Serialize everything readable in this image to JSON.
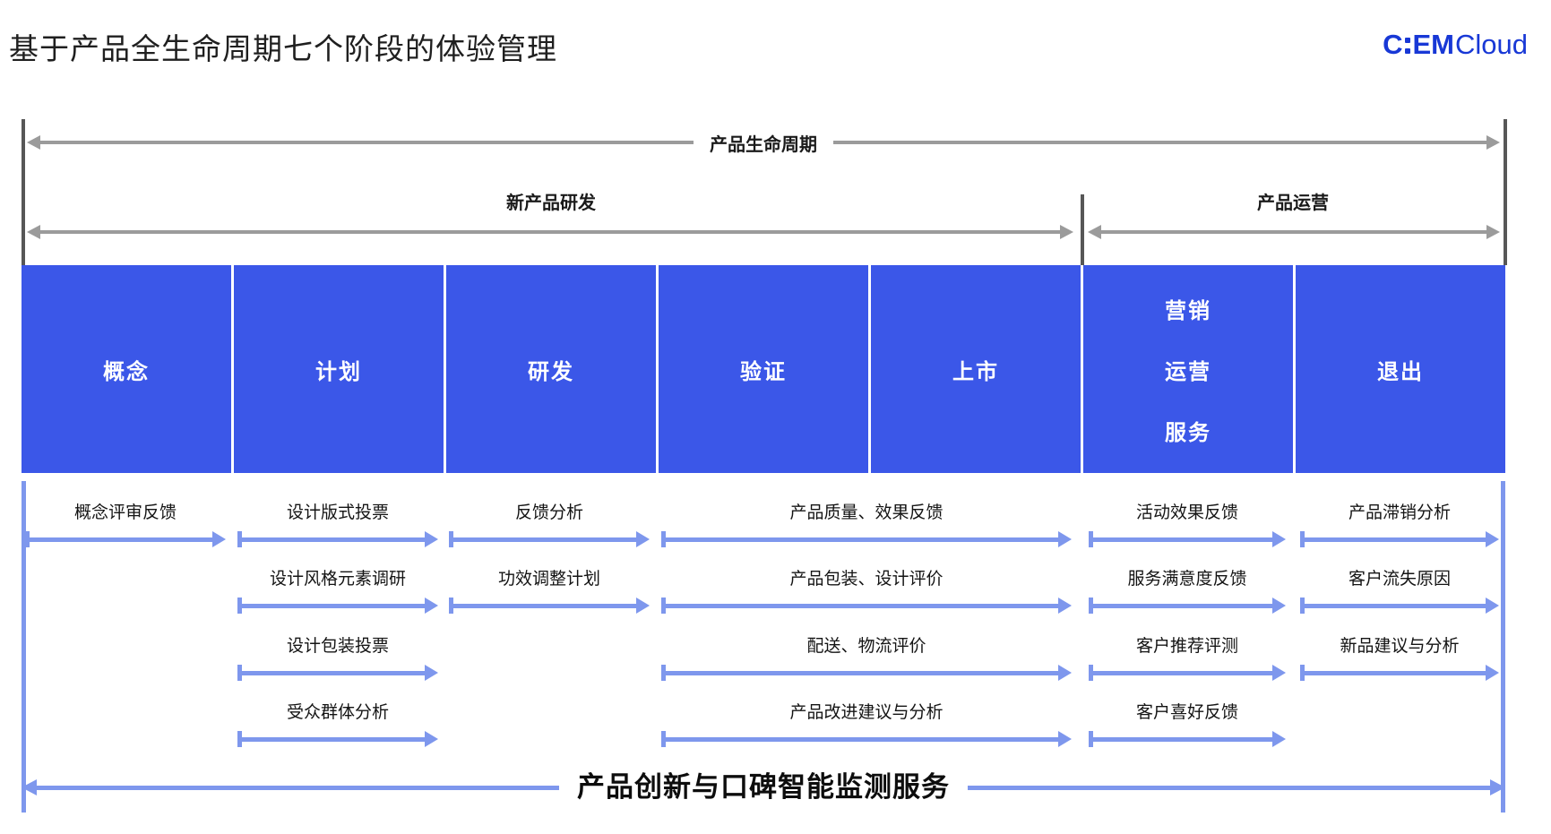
{
  "title": "基于产品全生命周期七个阶段的体验管理",
  "logo": {
    "c": "C",
    "em": "EM",
    "cloud": "Cloud",
    "color": "#1838d6"
  },
  "timeline": {
    "lifecycle": "产品生命周期",
    "development": "新产品研发",
    "operation": "产品运营"
  },
  "stages": [
    {
      "label": "概念"
    },
    {
      "label": "计划"
    },
    {
      "label": "研发"
    },
    {
      "label": "验证"
    },
    {
      "label": "上市"
    },
    {
      "lines": [
        "营销",
        "运营",
        "服务"
      ]
    },
    {
      "label": "退出"
    }
  ],
  "feedback": {
    "rows": [
      {
        "items": [
          {
            "label": "概念评审反馈",
            "span": "概念"
          },
          {
            "label": "设计版式投票",
            "span": "计划"
          },
          {
            "label": "反馈分析",
            "span": "研发"
          },
          {
            "label": "产品质量、效果反馈",
            "span": "验证-上市"
          },
          {
            "label": "活动效果反馈",
            "span": "营销运营服务"
          },
          {
            "label": "产品滞销分析",
            "span": "退出"
          }
        ]
      },
      {
        "items": [
          {
            "label": "设计风格元素调研",
            "span": "计划"
          },
          {
            "label": "功效调整计划",
            "span": "研发"
          },
          {
            "label": "产品包装、设计评价",
            "span": "验证-上市"
          },
          {
            "label": "服务满意度反馈",
            "span": "营销运营服务"
          },
          {
            "label": "客户流失原因",
            "span": "退出"
          }
        ]
      },
      {
        "items": [
          {
            "label": "设计包装投票",
            "span": "计划"
          },
          {
            "label": "配送、物流评价",
            "span": "验证-上市"
          },
          {
            "label": "客户推荐评测",
            "span": "营销运营服务"
          },
          {
            "label": "新品建议与分析",
            "span": "退出"
          }
        ]
      },
      {
        "items": [
          {
            "label": "受众群体分析",
            "span": "计划"
          },
          {
            "label": "产品改进建议与分析",
            "span": "验证-上市"
          },
          {
            "label": "客户喜好反馈",
            "span": "营销运营服务"
          }
        ]
      }
    ]
  },
  "footer": {
    "label": "产品创新与口碑智能监测服务"
  },
  "colors": {
    "stage_blue": "#3b57e8",
    "arrow_blue": "#7e97ed",
    "arrow_gray": "#9b9b9b",
    "bar_gray": "#575757"
  }
}
